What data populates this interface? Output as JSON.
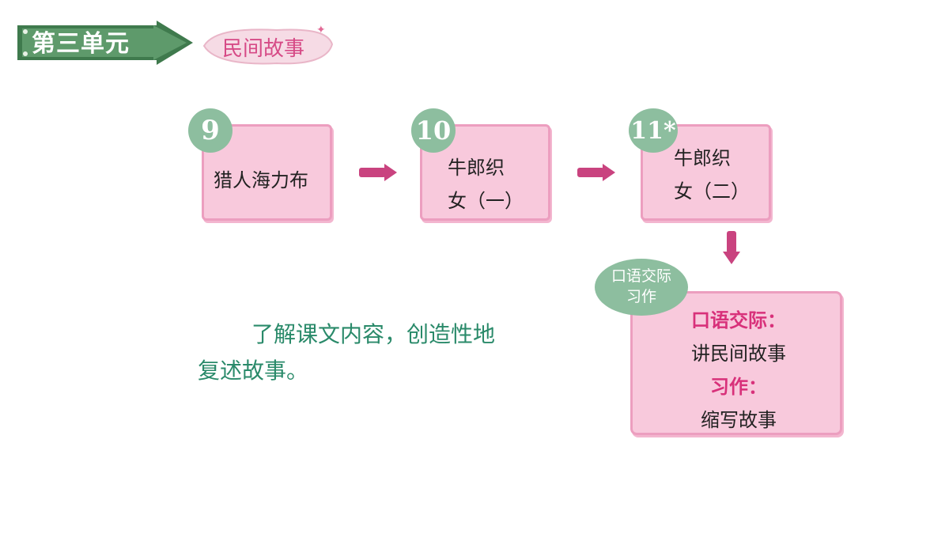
{
  "header": {
    "unit_label": "第三单元",
    "theme_label": "民间故事"
  },
  "lessons": [
    {
      "number": "9",
      "title_line1": "猎人海力布",
      "title_line2": ""
    },
    {
      "number": "10",
      "title_line1": "牛郎织",
      "title_line2": "女（一）"
    },
    {
      "number": "11*",
      "title_line1": "牛郎织",
      "title_line2": "女（二）"
    }
  ],
  "oral_writing": {
    "badge_line1": "口语交际",
    "badge_line2": "习作",
    "oral_head": "口语交际：",
    "oral_body": "讲民间故事",
    "writing_head": "习作：",
    "writing_body": "缩写故事"
  },
  "goal": {
    "line1": "了解课文内容，创造性地",
    "line2": "复述故事。"
  },
  "colors": {
    "green": "#4f8a5f",
    "badge_green": "#8dbe9f",
    "card_pink": "#f8c9dc",
    "accent_pink": "#d8317a",
    "arrow_pink": "#c9437f",
    "goal_green": "#2a8a6a"
  }
}
